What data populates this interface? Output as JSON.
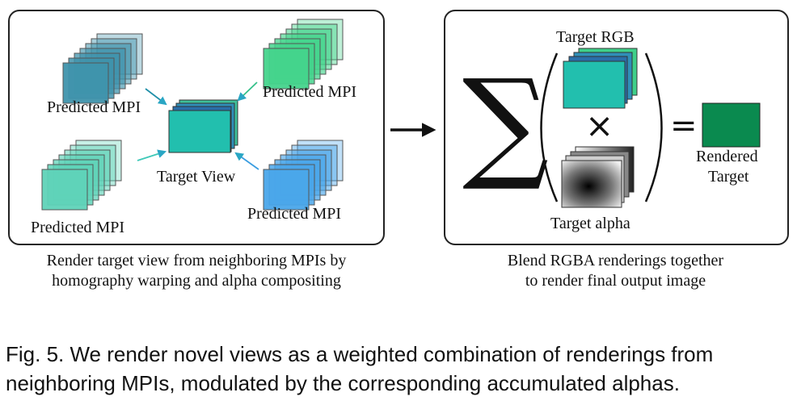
{
  "left_panel": {
    "labels": {
      "mpi_top_left": "Predicted MPI",
      "mpi_top_right": "Predicted MPI",
      "mpi_bottom_left": "Predicted MPI",
      "mpi_bottom_right": "Predicted MPI",
      "target_view": "Target View"
    },
    "caption_line1": "Render target view from neighboring MPIs by",
    "caption_line2": "homography warping and alpha compositing"
  },
  "right_panel": {
    "target_rgb": "Target RGB",
    "target_alpha": "Target alpha",
    "sum_symbol": "∑",
    "times_symbol": "×",
    "equals_symbol": "=",
    "rendered_line1": "Rendered",
    "rendered_line2": "Target",
    "caption_line1": "Blend RGBA renderings together",
    "caption_line2": "to render final output image"
  },
  "arrow_symbol": "⟶",
  "figure_caption": {
    "line1": "Fig. 5.  We render novel views as a weighted combination of renderings from",
    "line2": "neighboring MPIs, modulated by the corresponding accumulated alphas."
  },
  "colors": {
    "mpi_top_left": "#3f93ac",
    "mpi_top_right": "#44d48c",
    "mpi_bottom_left": "#5fd3b8",
    "mpi_bottom_right": "#4aa6ea",
    "target_view": "#20bfae",
    "rendered_target": "#0a8a4f"
  }
}
